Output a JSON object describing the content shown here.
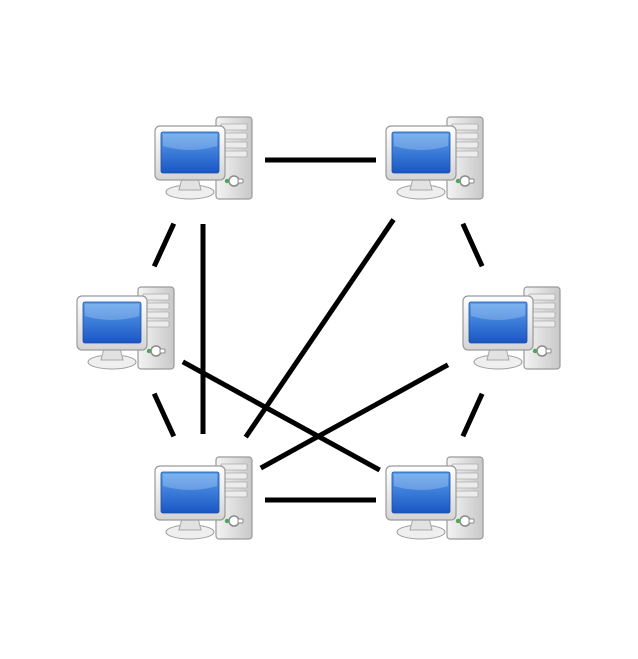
{
  "diagram": {
    "type": "network-topology",
    "nodes": [
      {
        "id": "pc-top-left",
        "icon": "desktop-computer-icon"
      },
      {
        "id": "pc-top-right",
        "icon": "desktop-computer-icon"
      },
      {
        "id": "pc-mid-left",
        "icon": "desktop-computer-icon"
      },
      {
        "id": "pc-mid-right",
        "icon": "desktop-computer-icon"
      },
      {
        "id": "pc-bottom-left",
        "icon": "desktop-computer-icon"
      },
      {
        "id": "pc-bottom-right",
        "icon": "desktop-computer-icon"
      }
    ],
    "links": [
      [
        "pc-top-left",
        "pc-top-right"
      ],
      [
        "pc-top-left",
        "pc-mid-left"
      ],
      [
        "pc-top-left",
        "pc-bottom-left"
      ],
      [
        "pc-top-right",
        "pc-mid-right"
      ],
      [
        "pc-top-right",
        "pc-bottom-left"
      ],
      [
        "pc-mid-left",
        "pc-bottom-left"
      ],
      [
        "pc-mid-left",
        "pc-bottom-right"
      ],
      [
        "pc-mid-right",
        "pc-bottom-left"
      ],
      [
        "pc-mid-right",
        "pc-bottom-right"
      ],
      [
        "pc-bottom-left",
        "pc-bottom-right"
      ]
    ]
  },
  "colors": {
    "link": "#000000",
    "screen_light": "#5aa0ec",
    "screen_dark": "#1a56c4",
    "case_light": "#f4f4f4",
    "case_dark": "#c8c8c8",
    "indicator": "#4aa85a"
  }
}
